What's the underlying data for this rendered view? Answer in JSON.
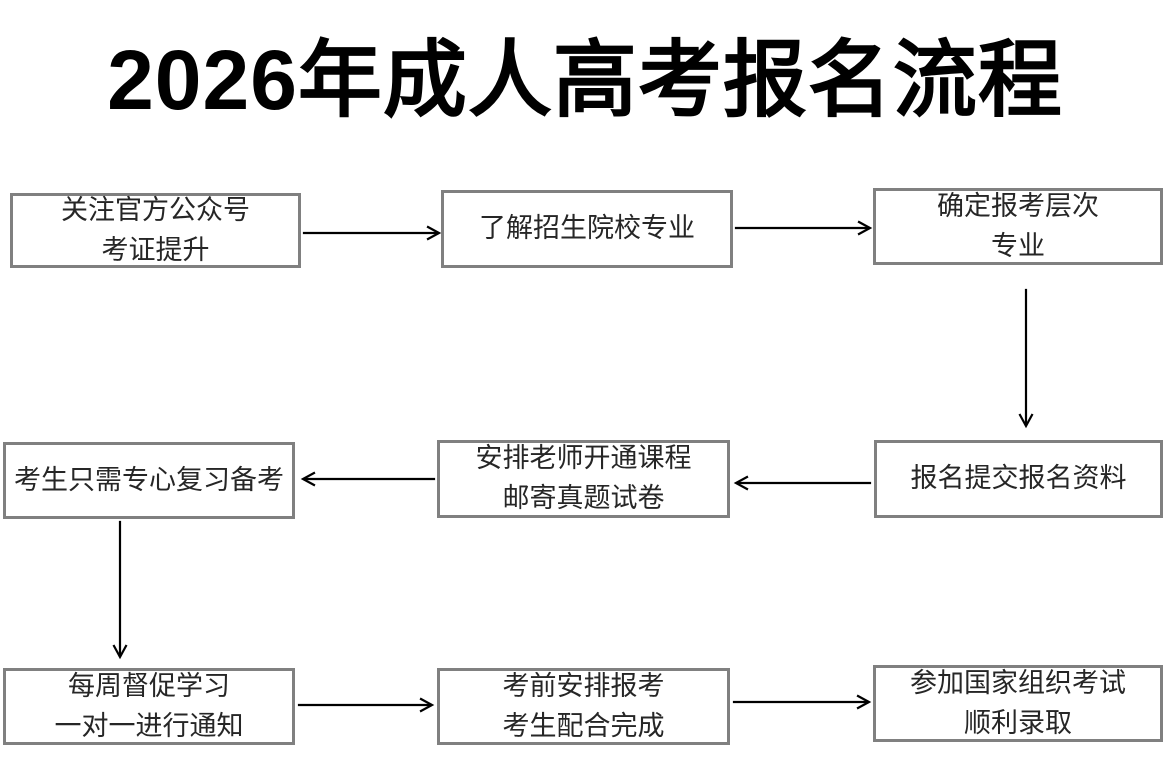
{
  "title": "2026年成人高考报名流程",
  "steps": [
    {
      "line1": "关注官方公众号",
      "line2": "考证提升"
    },
    {
      "line1": "了解招生院校专业"
    },
    {
      "line1": "确定报考层次",
      "line2": "专业"
    },
    {
      "line1": "报名提交报名资料"
    },
    {
      "line1": "安排老师开通课程",
      "line2": "邮寄真题试卷"
    },
    {
      "line1": "考生只需专心复习备考"
    },
    {
      "line1": "每周督促学习",
      "line2": "一对一进行通知"
    },
    {
      "line1": "考前安排报考",
      "line2": "考生配合完成"
    },
    {
      "line1": "参加国家组织考试",
      "line2": "顺利录取"
    }
  ],
  "flow": [
    {
      "from": 1,
      "to": 2,
      "direction": "right"
    },
    {
      "from": 2,
      "to": 3,
      "direction": "right"
    },
    {
      "from": 3,
      "to": 4,
      "direction": "down"
    },
    {
      "from": 4,
      "to": 5,
      "direction": "left"
    },
    {
      "from": 5,
      "to": 6,
      "direction": "left"
    },
    {
      "from": 6,
      "to": 7,
      "direction": "down"
    },
    {
      "from": 7,
      "to": 8,
      "direction": "right"
    },
    {
      "from": 8,
      "to": 9,
      "direction": "right"
    }
  ],
  "colors": {
    "background": "#ffffff",
    "box_border": "#808080",
    "box_text": "#262626",
    "arrow": "#000000",
    "title_text": "#000000"
  }
}
